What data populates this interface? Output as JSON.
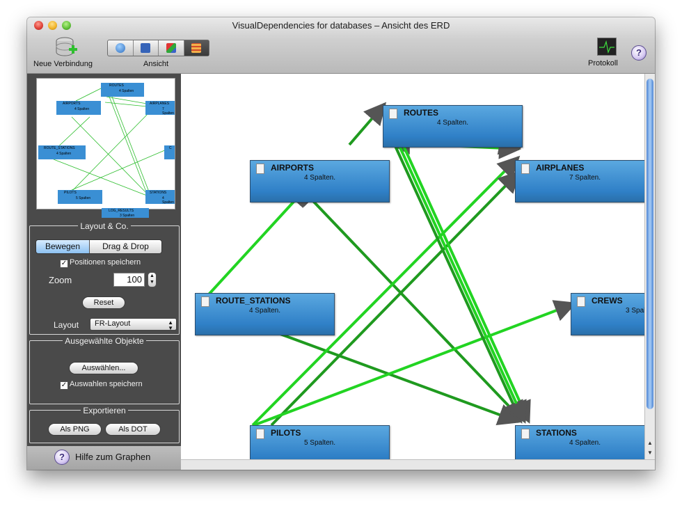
{
  "window": {
    "title": "VisualDependencies for databases – Ansicht des ERD"
  },
  "toolbar": {
    "new_connection": "Neue Verbindung",
    "view": "Ansicht",
    "log": "Protokoll",
    "help": "?"
  },
  "sidebar": {
    "layout_group": {
      "title": "Layout & Co.",
      "mode_move": "Bewegen",
      "mode_drag": "Drag & Drop",
      "save_positions": "Positionen speichern",
      "zoom_label": "Zoom",
      "zoom_value": "100",
      "reset": "Reset",
      "layout_label": "Layout",
      "layout_value": "FR-Layout"
    },
    "selection_group": {
      "title": "Ausgewählte Objekte",
      "select": "Auswählen...",
      "save_selection": "Auswahlen speichern"
    },
    "export_group": {
      "title": "Exportieren",
      "png": "Als PNG",
      "dot": "Als DOT"
    },
    "graph_help": "Hilfe zum Graphen",
    "help_icon": "?"
  },
  "minimap": {
    "nodes": [
      {
        "name": "ROUTES",
        "cols": "4 Spalten"
      },
      {
        "name": "AIRPORTS",
        "cols": "4 Spalten"
      },
      {
        "name": "AIRPLANES",
        "cols": "7 Spalten"
      },
      {
        "name": "ROUTE_STATIONS",
        "cols": "4 Spalten"
      },
      {
        "name": "C",
        "cols": ""
      },
      {
        "name": "PILOTS",
        "cols": "5 Spalten"
      },
      {
        "name": "STATIONS",
        "cols": "4 Spalten"
      },
      {
        "name": "LOG_RESULTS",
        "cols": "3 Spalten"
      }
    ]
  },
  "erd": {
    "colors": {
      "edge_dark": "#1f9a1f",
      "edge_light": "#22d422",
      "node": "#3a8fd4"
    },
    "tables": {
      "routes": {
        "name": "ROUTES",
        "cols": "4 Spalten."
      },
      "airports": {
        "name": "AIRPORTS",
        "cols": "4 Spalten."
      },
      "airplanes": {
        "name": "AIRPLANES",
        "cols": "7 Spalten."
      },
      "route_stations": {
        "name": "ROUTE_STATIONS",
        "cols": "4 Spalten."
      },
      "crews": {
        "name": "CREWS",
        "cols": "3 Spal"
      },
      "pilots": {
        "name": "PILOTS",
        "cols": "5 Spalten."
      },
      "stations": {
        "name": "STATIONS",
        "cols": "4 Spalten."
      }
    }
  }
}
